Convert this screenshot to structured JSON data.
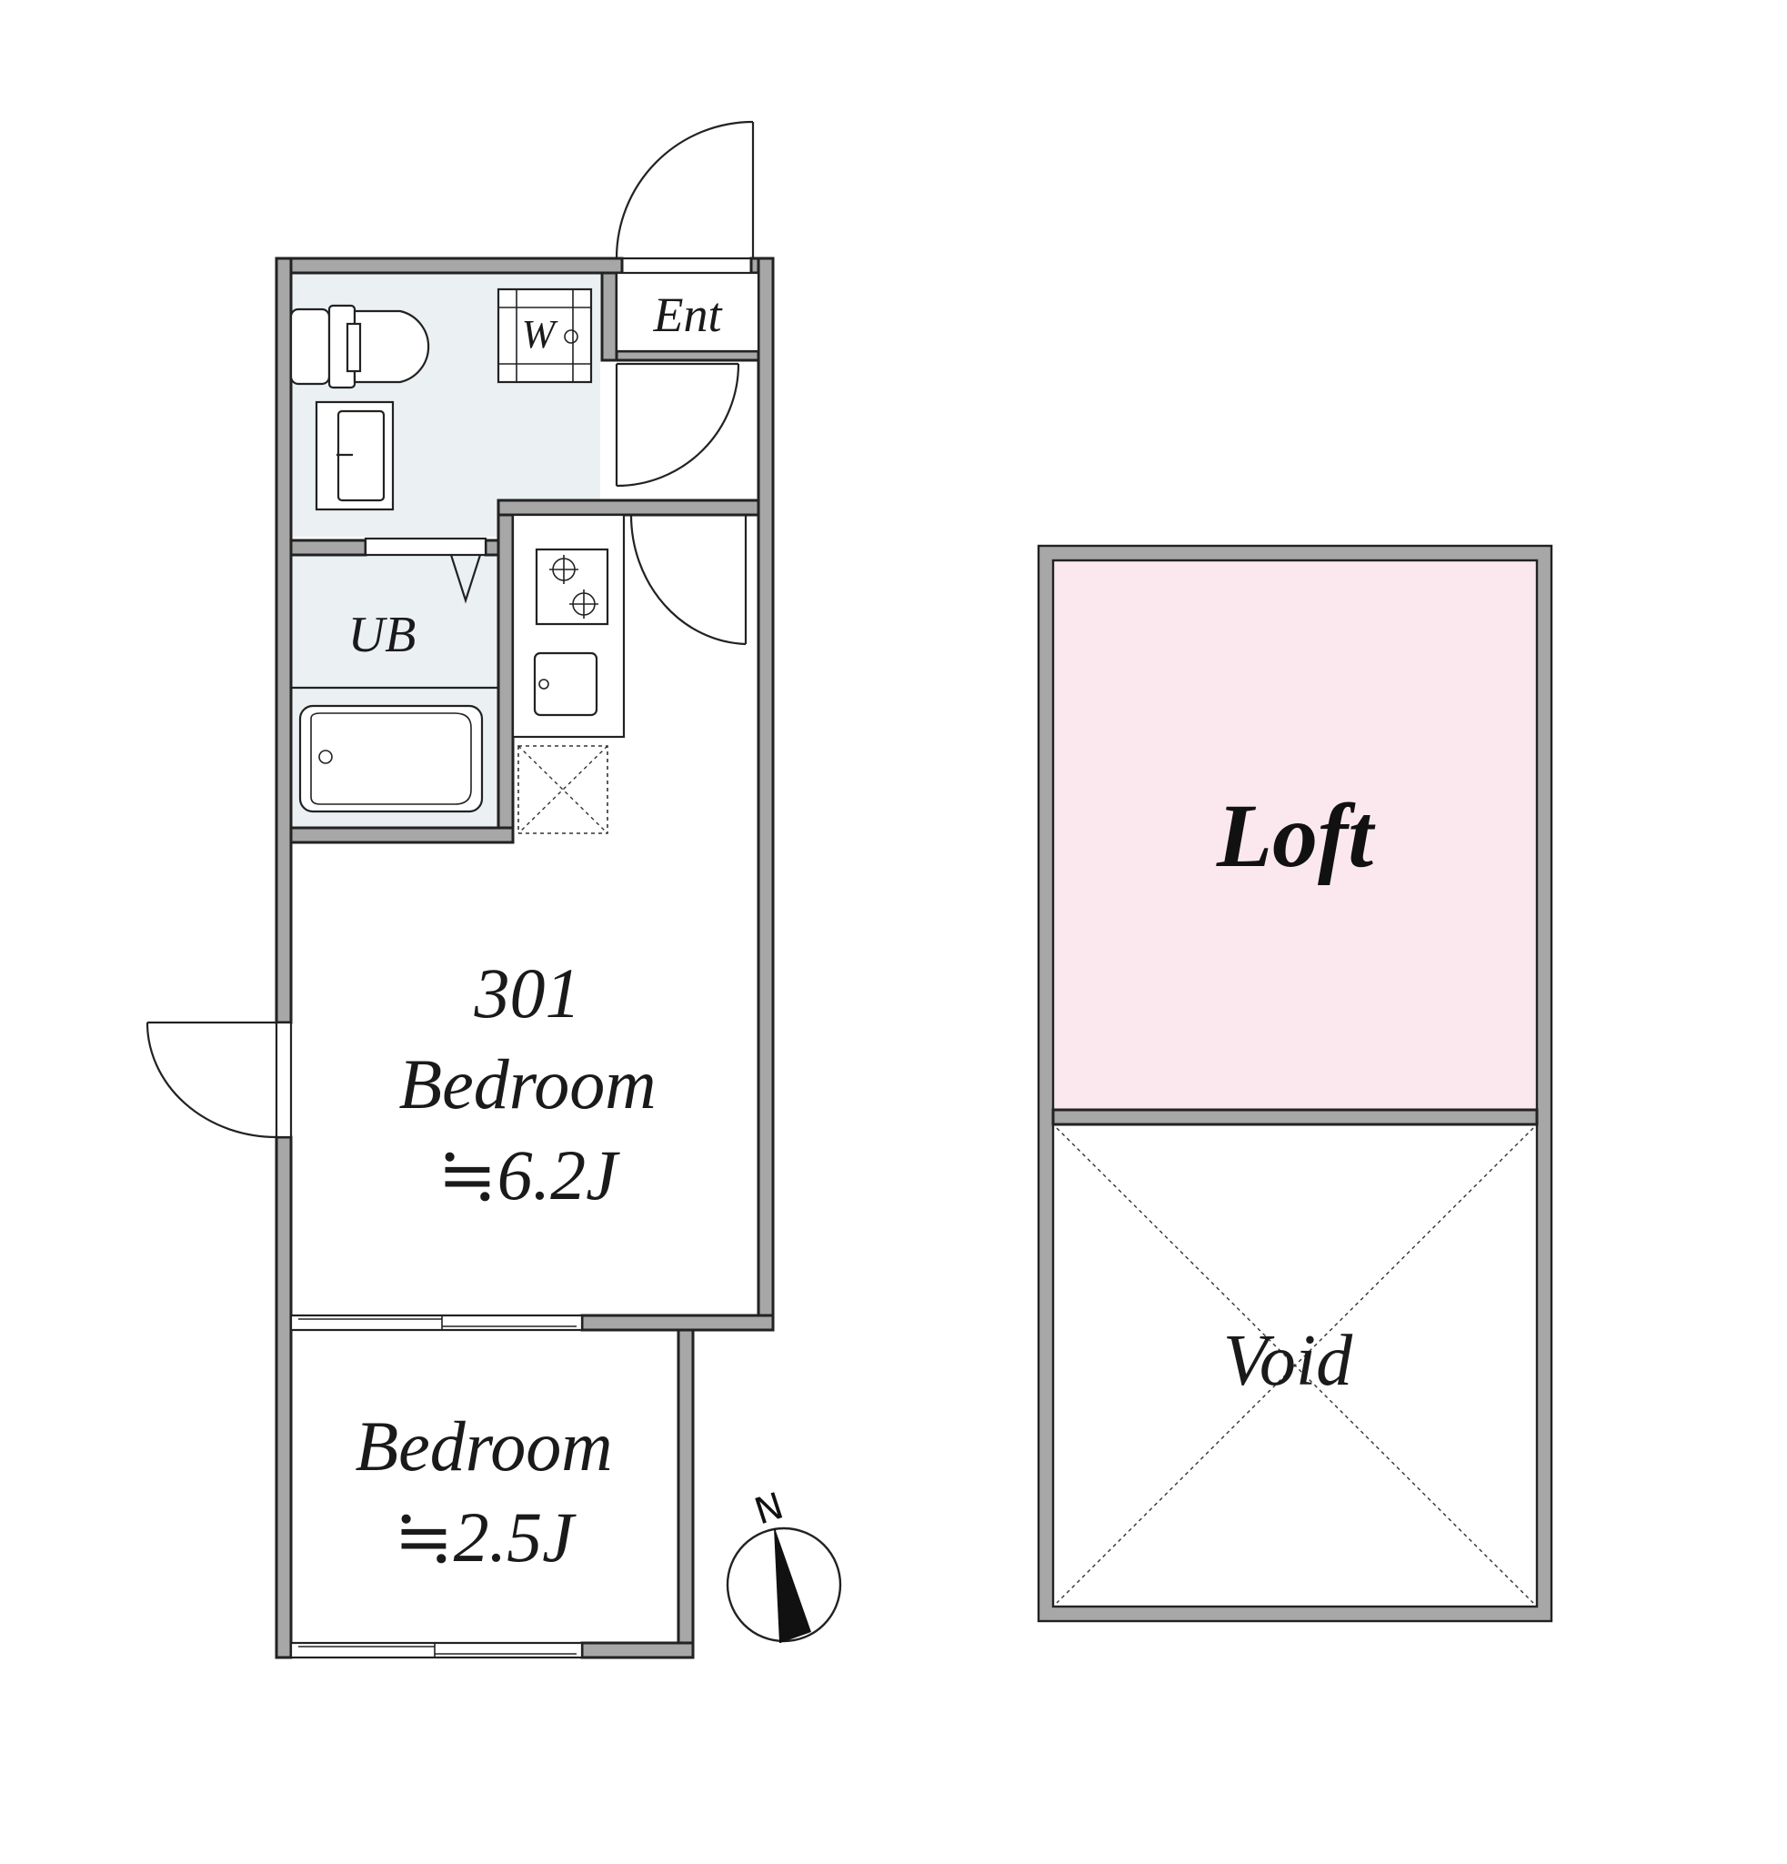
{
  "plan": {
    "colors": {
      "wall": "#a7a7a7",
      "wet_area": "#ebf0f3",
      "loft": "#fbe8ee",
      "line": "#222222"
    },
    "labels": {
      "entrance": "Ent",
      "washer": "W",
      "unit_bath": "UB",
      "unit_number": "301",
      "main_room": "Bedroom",
      "main_room_size": "≒6.2J",
      "second_room": "Bedroom",
      "second_room_size": "≒2.5J",
      "loft": "Loft",
      "void": "Void",
      "north": "N"
    },
    "icons": {
      "door": "door-swing-icon",
      "toilet": "toilet-icon",
      "sink": "sink-icon",
      "bathtub": "bathtub-icon",
      "stove": "two-burner-stove-icon",
      "fridge_space": "fridge-space-icon",
      "compass": "north-compass-icon"
    }
  }
}
